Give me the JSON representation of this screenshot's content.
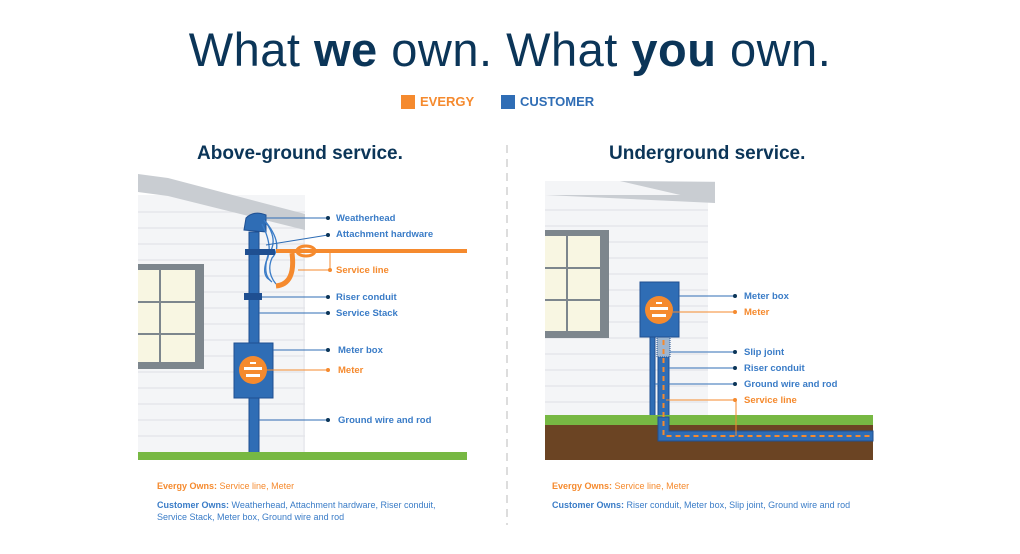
{
  "title": {
    "part1": "What ",
    "we": "we",
    "part2": " own. What ",
    "you": "you",
    "part3": " own."
  },
  "legend": [
    {
      "label": "EVERGY",
      "color": "#f58a2e"
    },
    {
      "label": "CUSTOMER",
      "color": "#2f6db5"
    }
  ],
  "above": {
    "heading": "Above-ground service.",
    "labels": [
      "Weatherhead",
      "Attachment hardware",
      "Service line",
      "Riser conduit",
      "Service Stack",
      "Meter box",
      "Meter",
      "Ground wire and rod"
    ],
    "evergy_prefix": "Evergy Owns:",
    "evergy_items": "Service line, Meter",
    "customer_prefix": "Customer Owns:",
    "customer_items_line1": "Weatherhead, Attachment hardware, Riser conduit,",
    "customer_items_line2": "Service Stack, Meter box, Ground wire and rod"
  },
  "under": {
    "heading": "Underground service.",
    "labels": [
      "Meter box",
      "Meter",
      "Slip joint",
      "Riser conduit",
      "Ground wire and rod",
      "Service line"
    ],
    "evergy_prefix": "Evergy Owns:",
    "evergy_items": "Service line, Meter",
    "customer_prefix": "Customer Owns:",
    "customer_items": "Riser conduit, Meter box, Slip joint, Ground wire and rod"
  }
}
